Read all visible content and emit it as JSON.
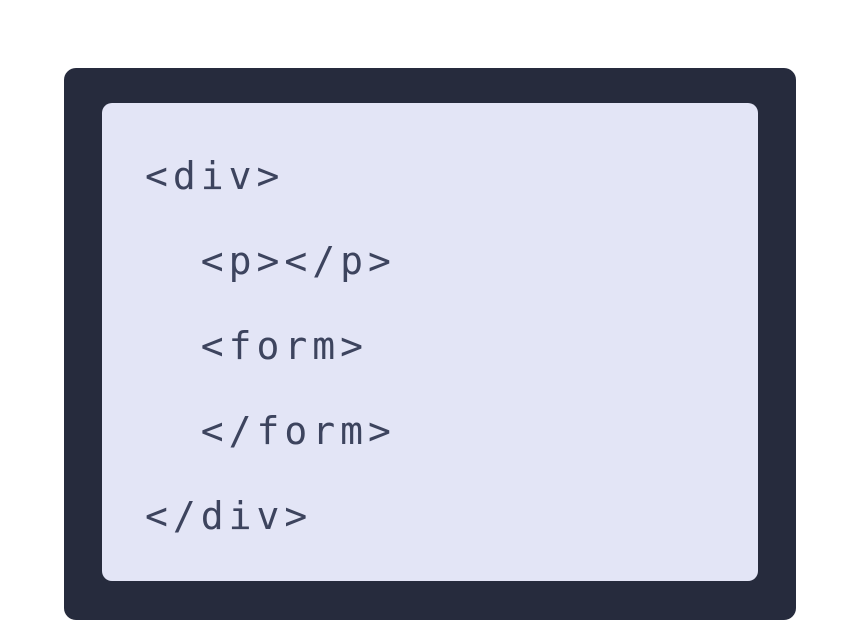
{
  "code": {
    "language": "html",
    "lines": [
      "<div>",
      "  <p></p>",
      "  <form>",
      "  </form>",
      "</div>"
    ]
  },
  "colors": {
    "card_bg": "#262b3d",
    "panel_bg": "#e3e5f6",
    "code_text": "#3d445e",
    "card_border": "#ffffff"
  }
}
